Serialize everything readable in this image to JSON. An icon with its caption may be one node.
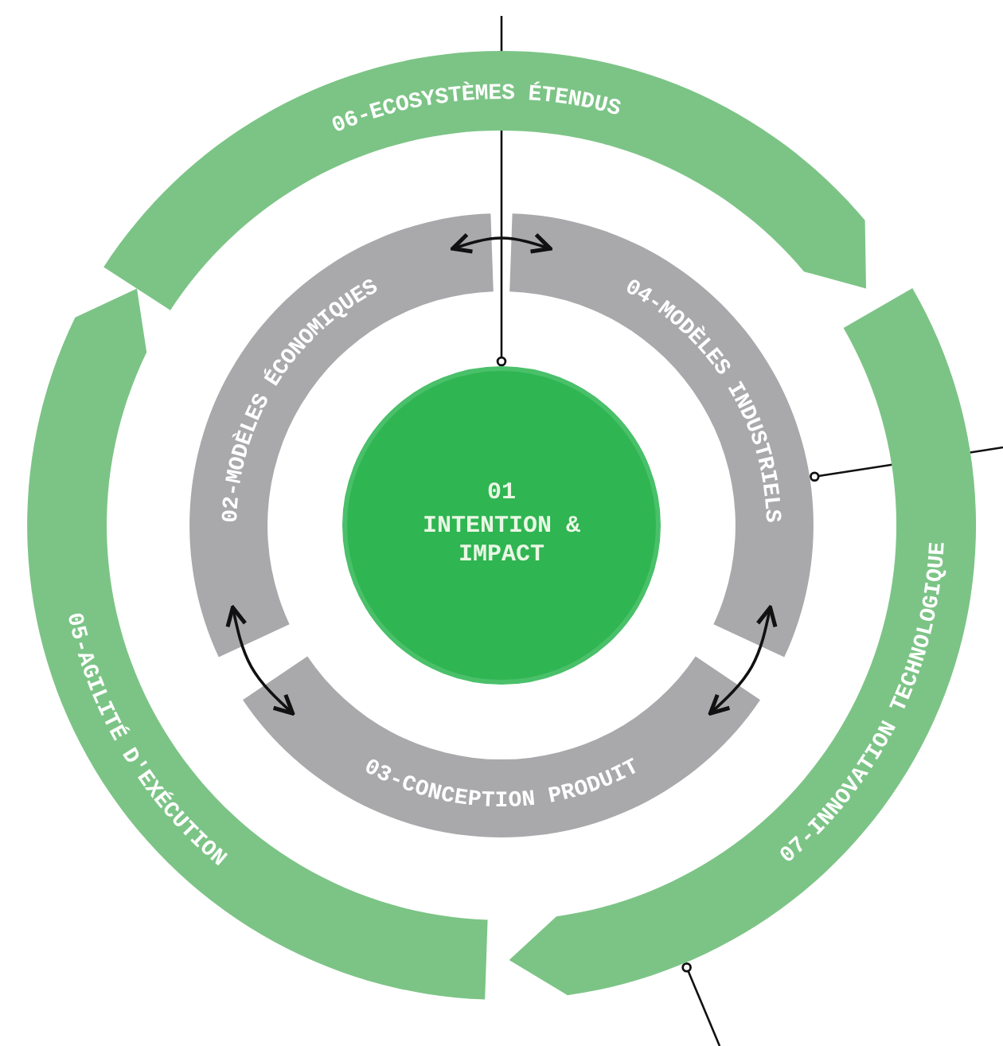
{
  "diagram": {
    "nodes": [
      {
        "text": [
          "01",
          "INTENTION & IMPACT"
        ]
      },
      {
        "text": [
          "02-MODÈLES ÉCONOMIQUES"
        ]
      },
      {
        "text": [
          "03-CONCEPTION PRODUIT"
        ]
      },
      {
        "text": [
          "04-MODÈLES INDUSTRIELS"
        ]
      },
      {
        "text": [
          "05-AGILITÉ D'EXÉCUTION"
        ]
      },
      {
        "text": [
          "06-ECOSYSTÈMES ÉTENDUS"
        ]
      },
      {
        "text": [
          "07-INNOVATION TECHNOLOGIQUE"
        ]
      }
    ],
    "edges": [
      {
        "from": 1,
        "to": 3,
        "arrow": "both"
      },
      {
        "from": 1,
        "to": 2,
        "arrow": "both"
      },
      {
        "from": 3,
        "to": 2,
        "arrow": "both"
      },
      {
        "from": null,
        "to": 0,
        "arrow": "other"
      },
      {
        "from": null,
        "to": 3,
        "arrow": "other"
      },
      {
        "from": null,
        "to": 6,
        "arrow": "other"
      }
    ]
  }
}
